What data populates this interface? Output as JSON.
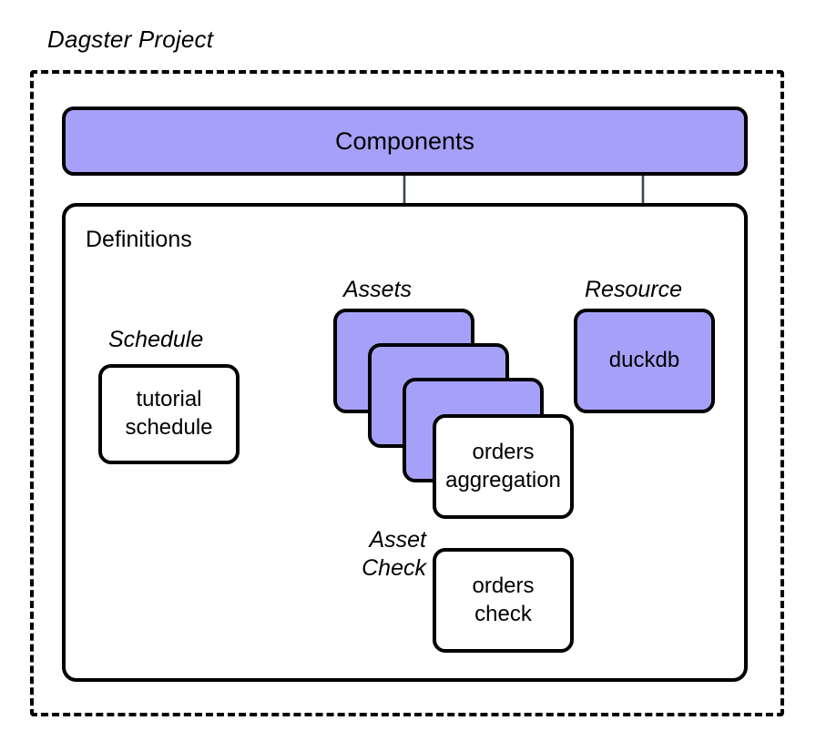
{
  "diagram": {
    "title": "Dagster Project",
    "colors": {
      "node_purple": "#a6a1f8",
      "stroke_black": "#000000",
      "arrow_slate": "#3d4652",
      "background": "#ffffff"
    },
    "components": {
      "label": "Components"
    },
    "definitions": {
      "label": "Definitions"
    },
    "schedule": {
      "group_label": "Schedule",
      "node_label": "tutorial\nschedule"
    },
    "assets": {
      "group_label": "Assets",
      "stack": [
        {
          "label": "",
          "filled": true
        },
        {
          "label": "",
          "filled": true
        },
        {
          "label": "",
          "filled": true
        },
        {
          "label": "orders\naggregation",
          "filled": false
        }
      ]
    },
    "resource": {
      "group_label": "Resource",
      "node_label": "duckdb"
    },
    "asset_check": {
      "group_label": "Asset\nCheck",
      "node_label": "orders\ncheck"
    },
    "edges": [
      {
        "from": "Components",
        "to": "Assets",
        "style": "solid-arrow"
      },
      {
        "from": "Components",
        "to": "Resource",
        "style": "solid-arrow"
      },
      {
        "from": "tutorial schedule",
        "to": "Assets",
        "style": "solid-arrow"
      },
      {
        "from": "asset-1",
        "to": "duckdb",
        "style": "dashed"
      },
      {
        "from": "asset-2",
        "to": "duckdb",
        "style": "dashed"
      },
      {
        "from": "asset-3",
        "to": "duckdb",
        "style": "dashed"
      },
      {
        "from": "orders aggregation",
        "to": "duckdb",
        "style": "dashed"
      },
      {
        "from": "orders aggregation",
        "to": "orders check",
        "style": "dashed"
      },
      {
        "from": "duckdb",
        "to": "orders check",
        "style": "dashed"
      }
    ]
  }
}
